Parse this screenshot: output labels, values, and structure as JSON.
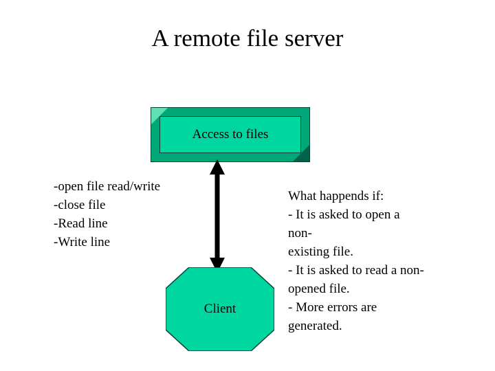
{
  "slide": {
    "title": "A remote file server",
    "process_box": {
      "label": "Access to files",
      "fill_color": "#00d6a0",
      "highlight_color": "#5ee0b4",
      "shadow_color": "#00624a",
      "outline_color": "#0a3f33"
    },
    "arrow": {
      "name": "double-headed-vertical-arrow",
      "color": "#000000"
    },
    "operations_list": [
      "-open file read/write",
      "-close file",
      "-Read line",
      "-Write line"
    ],
    "questions_text": "What happends if:\n- It is asked to open a non-existing file.\n- It is asked to read a non-opened file.\n- More errors are generated.",
    "questions_lines": [
      "What happends if:",
      "- It is asked to open a non-",
      "existing file.",
      "- It is asked to read a non-",
      "opened file.",
      "- More errors are",
      "generated."
    ],
    "client_shape": {
      "label": "Client",
      "fill_color": "#00d6a0",
      "outline_color": "#0a3f33"
    }
  }
}
